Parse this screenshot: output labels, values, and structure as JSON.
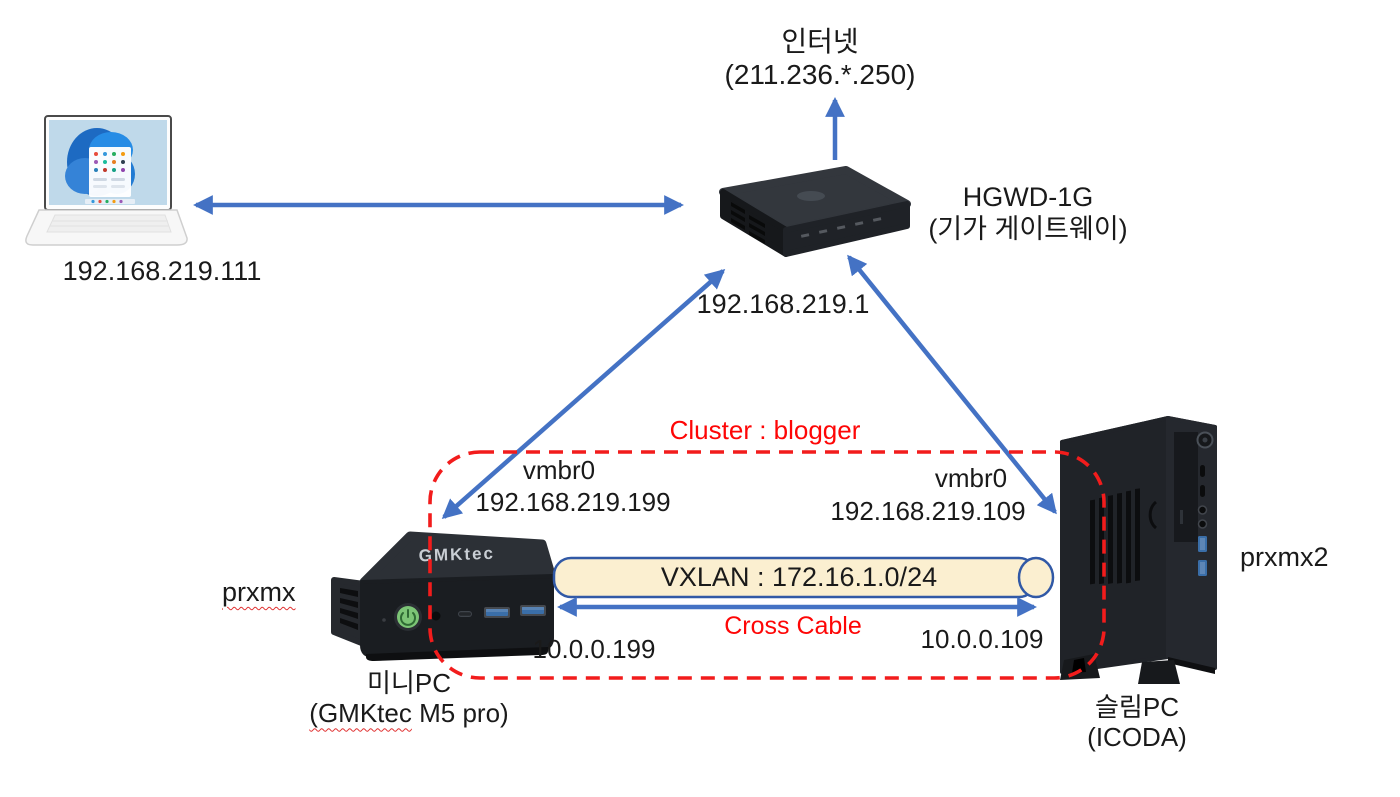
{
  "colors": {
    "arrow_blue": "#4472C4",
    "cluster_red": "#f21c1c",
    "label_red": "#fe0606",
    "vxlan_fill": "#FBEFD0",
    "vxlan_stroke": "#3159A6",
    "text": "#1a1a1a"
  },
  "internet": {
    "title": "인터넷",
    "ip": "(211.236.*.250)"
  },
  "client_laptop": {
    "ip": "192.168.219.111"
  },
  "gateway": {
    "model": "HGWD-1G",
    "subtitle": "(기가 게이트웨이)",
    "ip": "192.168.219.1"
  },
  "cluster": {
    "label": "Cluster : blogger"
  },
  "mini_pc": {
    "hostname": "prxmx",
    "bridge": "vmbr0",
    "bridge_ip": "192.168.219.199",
    "cross_ip": "10.0.0.199",
    "caption_line1": "미니PC",
    "caption_line2_a": "(GMKtec",
    "caption_line2_b": " M5 pro)",
    "logo": "GMKtec"
  },
  "slim_pc": {
    "hostname": "prxmx2",
    "bridge": "vmbr0",
    "bridge_ip": "192.168.219.109",
    "cross_ip": "10.0.0.109",
    "caption_line1": "슬림PC",
    "caption_line2": "(ICODA)"
  },
  "links": {
    "vxlan_label": "VXLAN : 172.16.1.0/24",
    "cross_cable_label": "Cross Cable"
  }
}
